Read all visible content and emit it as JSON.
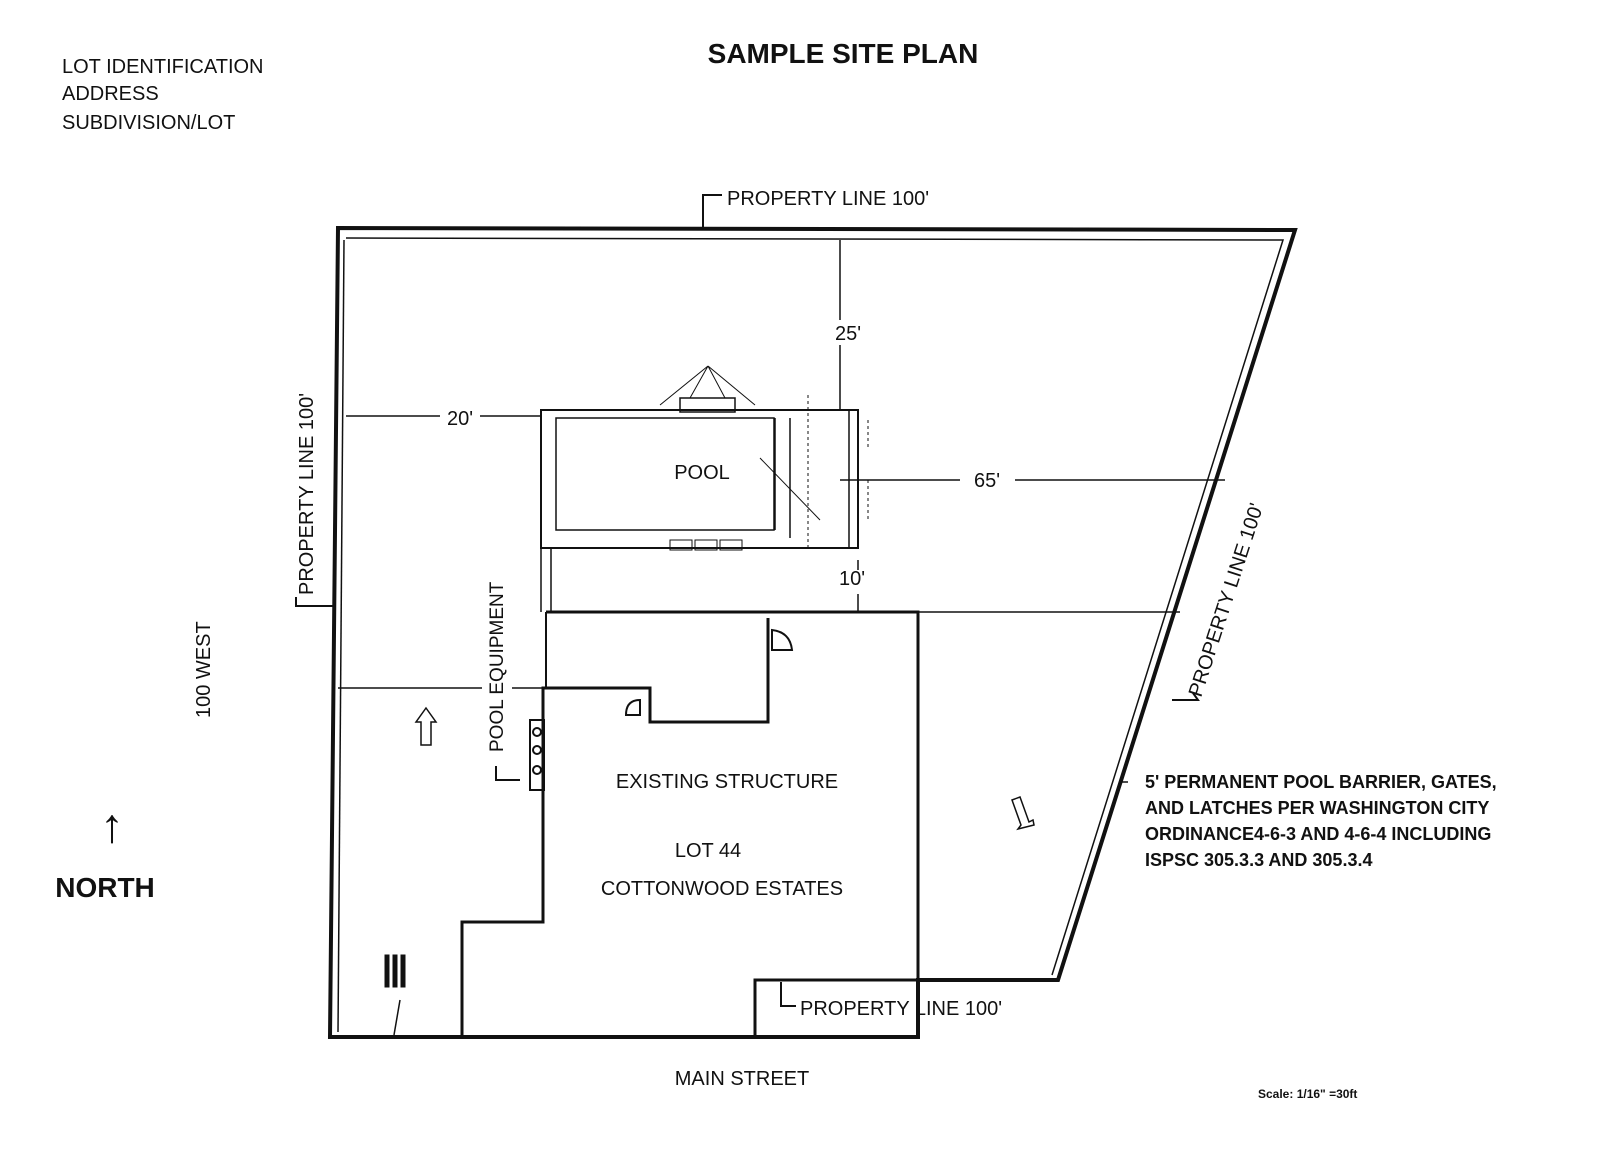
{
  "title": "SAMPLE SITE PLAN",
  "header_lines": [
    "LOT IDENTIFICATION",
    "ADDRESS",
    "SUBDIVISION/LOT"
  ],
  "property_lines": {
    "top": "PROPERTY LINE  100'",
    "left": "PROPERTY LINE  100'",
    "right": "PROPERTY LINE  100'",
    "bottom": "PROPERTY LINE  100'"
  },
  "dimensions": {
    "d25": "25'",
    "d20": "20'",
    "d65": "65'",
    "d10": "10'"
  },
  "labels": {
    "pool": "POOL",
    "pool_equipment": "POOL EQUIPMENT",
    "existing_structure": "EXISTING STRUCTURE",
    "lot": "LOT 44",
    "subdivision": "COTTONWOOD ESTATES",
    "street_west": "100 WEST",
    "street_south": "MAIN STREET",
    "north": "NORTH",
    "north_arrow": "↑",
    "scale": "Scale: 1/16\" =30ft"
  },
  "barrier_note": [
    "5' PERMANENT POOL BARRIER, GATES,",
    "AND LATCHES PER WASHINGTON CITY",
    "ORDINANCE4-6-3 AND 4-6-4 INCLUDING",
    "ISPSC 305.3.3 AND 305.3.4"
  ],
  "icons": {
    "access_arrow": "access-arrow-icon",
    "gate_arrow": "gate-arrow-icon",
    "door_swing": "door-swing-icon"
  },
  "colors": {
    "ink": "#111111",
    "paper": "#ffffff"
  }
}
